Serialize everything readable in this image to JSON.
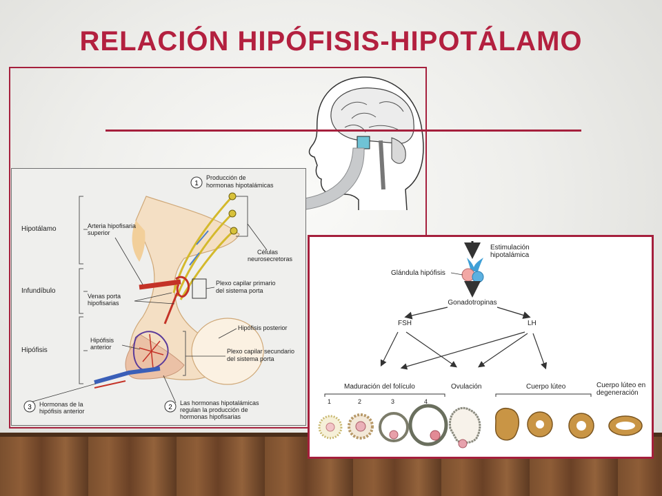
{
  "slide": {
    "title": "RELACIÓN HIPÓFISIS-HIPOTÁLAMO"
  },
  "left_figure": {
    "step1": {
      "number": "1",
      "line1": "Producción de",
      "line2": "hormonas hipotalámicas"
    },
    "region_hipotalamo": "Hipotálamo",
    "region_infundibulo": "Infundíbulo",
    "region_hipofisis": "Hipófisis",
    "arteria_line1": "Arteria hipofisaria",
    "arteria_line2": "superior",
    "celulas_line1": "Células",
    "celulas_line2": "neurosecretoras",
    "venas_line1": "Venas porta",
    "venas_line2": "hipofisarias",
    "plexo1_line1": "Plexo capilar primario",
    "plexo1_line2": "del sistema porta",
    "hipofisis_posterior": "Hipófisis posterior",
    "hipofisis_anterior_line1": "Hipófisis",
    "hipofisis_anterior_line2": "anterior",
    "plexo2_line1": "Plexo capilar secundario",
    "plexo2_line2": "del sistema porta",
    "step2": {
      "number": "2",
      "line1": "Las hormonas hipotalámicas",
      "line2": "regulan la producción de",
      "line3": "hormonas hipofisarias"
    },
    "step3": {
      "number": "3",
      "line1": "Hormonas de la",
      "line2": "hipófisis anterior"
    }
  },
  "right_figure": {
    "stimulus_line1": "Estimulación",
    "stimulus_line2": "hipotalámica",
    "glandula": "Glándula hipófisis",
    "gonadotropinas": "Gonadotropinas",
    "fsh": "FSH",
    "lh": "LH",
    "maduracion": "Maduración del folículo",
    "ovulacion": "Ovulación",
    "cuerpo_luteo": "Cuerpo lúteo",
    "degeneracion_line1": "Cuerpo lúteo en",
    "degeneracion_line2": "degeneración",
    "stage_numbers": [
      "1",
      "2",
      "3",
      "4"
    ]
  },
  "colors": {
    "accent": "#b3203f",
    "frame": "#a51f3c"
  }
}
